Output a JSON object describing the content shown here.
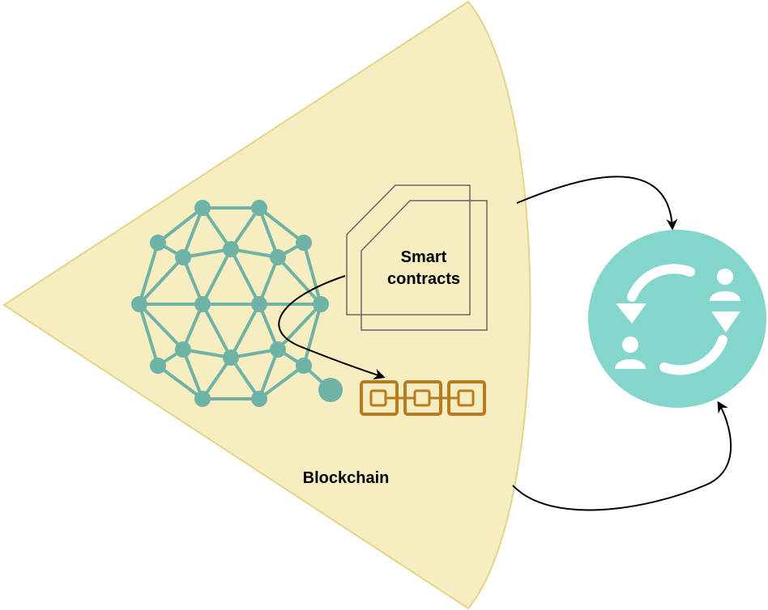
{
  "labels": {
    "smart_contracts_line1": "Smart",
    "smart_contracts_line2": "contracts",
    "blockchain": "Blockchain"
  },
  "colors": {
    "cone_fill": "#f6eec0",
    "cone_stroke": "#e3d58a",
    "network": "#6fb2a6",
    "chain": "#b97b1f",
    "exchange_circle": "#84d6cd",
    "document_stroke": "#666666",
    "arrow": "#000000"
  },
  "icons": {
    "network": "geodesic-network-icon",
    "chain": "chain-link-icon",
    "contract": "document-icon",
    "exchange": "user-exchange-icon"
  }
}
